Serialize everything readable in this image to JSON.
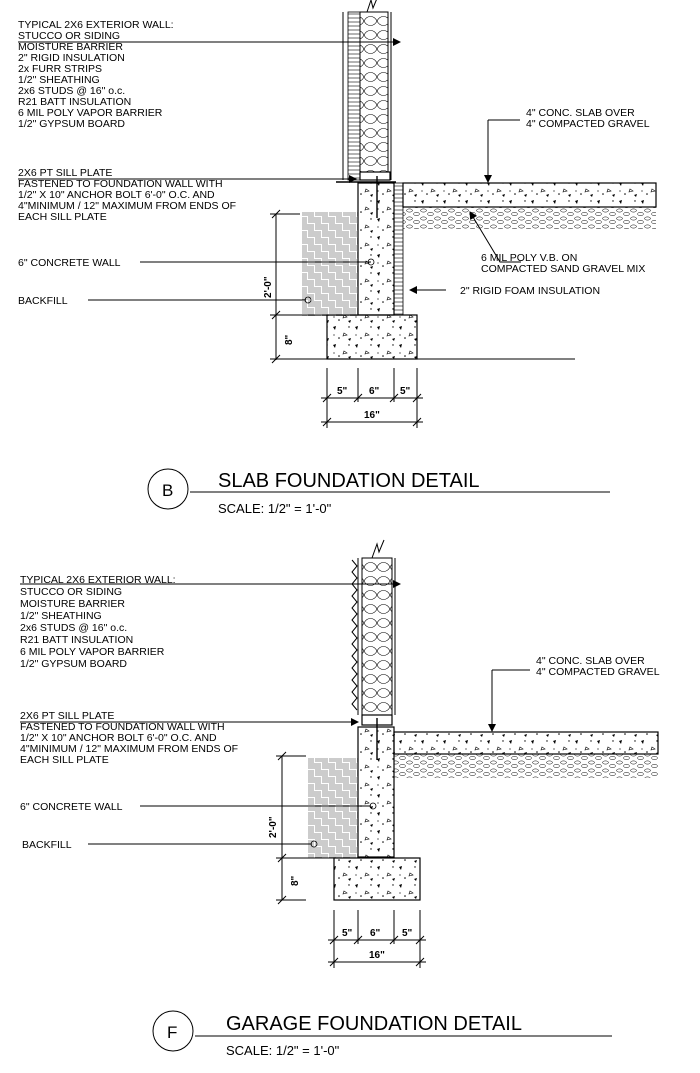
{
  "detail_b": {
    "wall_notes": [
      "TYPICAL 2X6 EXTERIOR WALL:",
      "STUCCO OR SIDING",
      "MOISTURE BARRIER",
      "2\" RIGID INSULATION",
      "2x FURR STRIPS",
      "1/2\" SHEATHING",
      "2x6 STUDS @ 16\" o.c.",
      "R21 BATT INSULATION",
      "6 MIL POLY VAPOR BARRIER",
      "1/2\" GYPSUM BOARD"
    ],
    "sill_notes": [
      "2X6 PT SILL PLATE",
      "FASTENED TO FOUNDATION WALL WITH",
      "1/2\" X 10\" ANCHOR BOLT 6'-0\" O.C. AND",
      "4\"MINIMUM / 12\" MAXIMUM FROM ENDS OF",
      "EACH SILL PLATE"
    ],
    "slab_notes": [
      "4\" CONC. SLAB OVER",
      "4\" COMPACTED GRAVEL"
    ],
    "vb_notes": [
      "6 MIL POLY V.B. ON",
      "COMPACTED SAND GRAVEL MIX"
    ],
    "concrete_wall": "6\" CONCRETE WALL",
    "foam": "2\" RIGID FOAM INSULATION",
    "backfill": "BACKFILL",
    "dim_height": "2'-0\"",
    "dim_footing": "8\"",
    "dim_5a": "5\"",
    "dim_6": "6\"",
    "dim_5b": "5\"",
    "dim_16": "16\"",
    "letter": "B",
    "title": "SLAB FOUNDATION DETAIL",
    "scale": "SCALE: 1/2\" = 1'-0\""
  },
  "detail_f": {
    "wall_notes": [
      "TYPICAL 2X6 EXTERIOR WALL:",
      "STUCCO OR SIDING",
      "MOISTURE BARRIER",
      "1/2\" SHEATHING",
      "2x6 STUDS @ 16\" o.c.",
      "R21 BATT INSULATION",
      "6 MIL POLY VAPOR BARRIER",
      "1/2\" GYPSUM BOARD"
    ],
    "sill_notes": [
      "2X6 PT SILL PLATE",
      "FASTENED TO FOUNDATION WALL WITH",
      "1/2\" X 10\" ANCHOR BOLT 6'-0\" O.C. AND",
      "4\"MINIMUM / 12\" MAXIMUM FROM ENDS OF",
      "EACH SILL PLATE"
    ],
    "slab_notes": [
      "4\" CONC. SLAB OVER",
      "4\" COMPACTED GRAVEL"
    ],
    "concrete_wall": "6\" CONCRETE WALL",
    "backfill": "BACKFILL",
    "dim_height": "2'-0\"",
    "dim_footing": "8\"",
    "dim_5a": "5\"",
    "dim_6": "6\"",
    "dim_5b": "5\"",
    "dim_16": "16\"",
    "letter": "F",
    "title": "GARAGE FOUNDATION DETAIL",
    "scale": "SCALE: 1/2\" = 1'-0\""
  }
}
